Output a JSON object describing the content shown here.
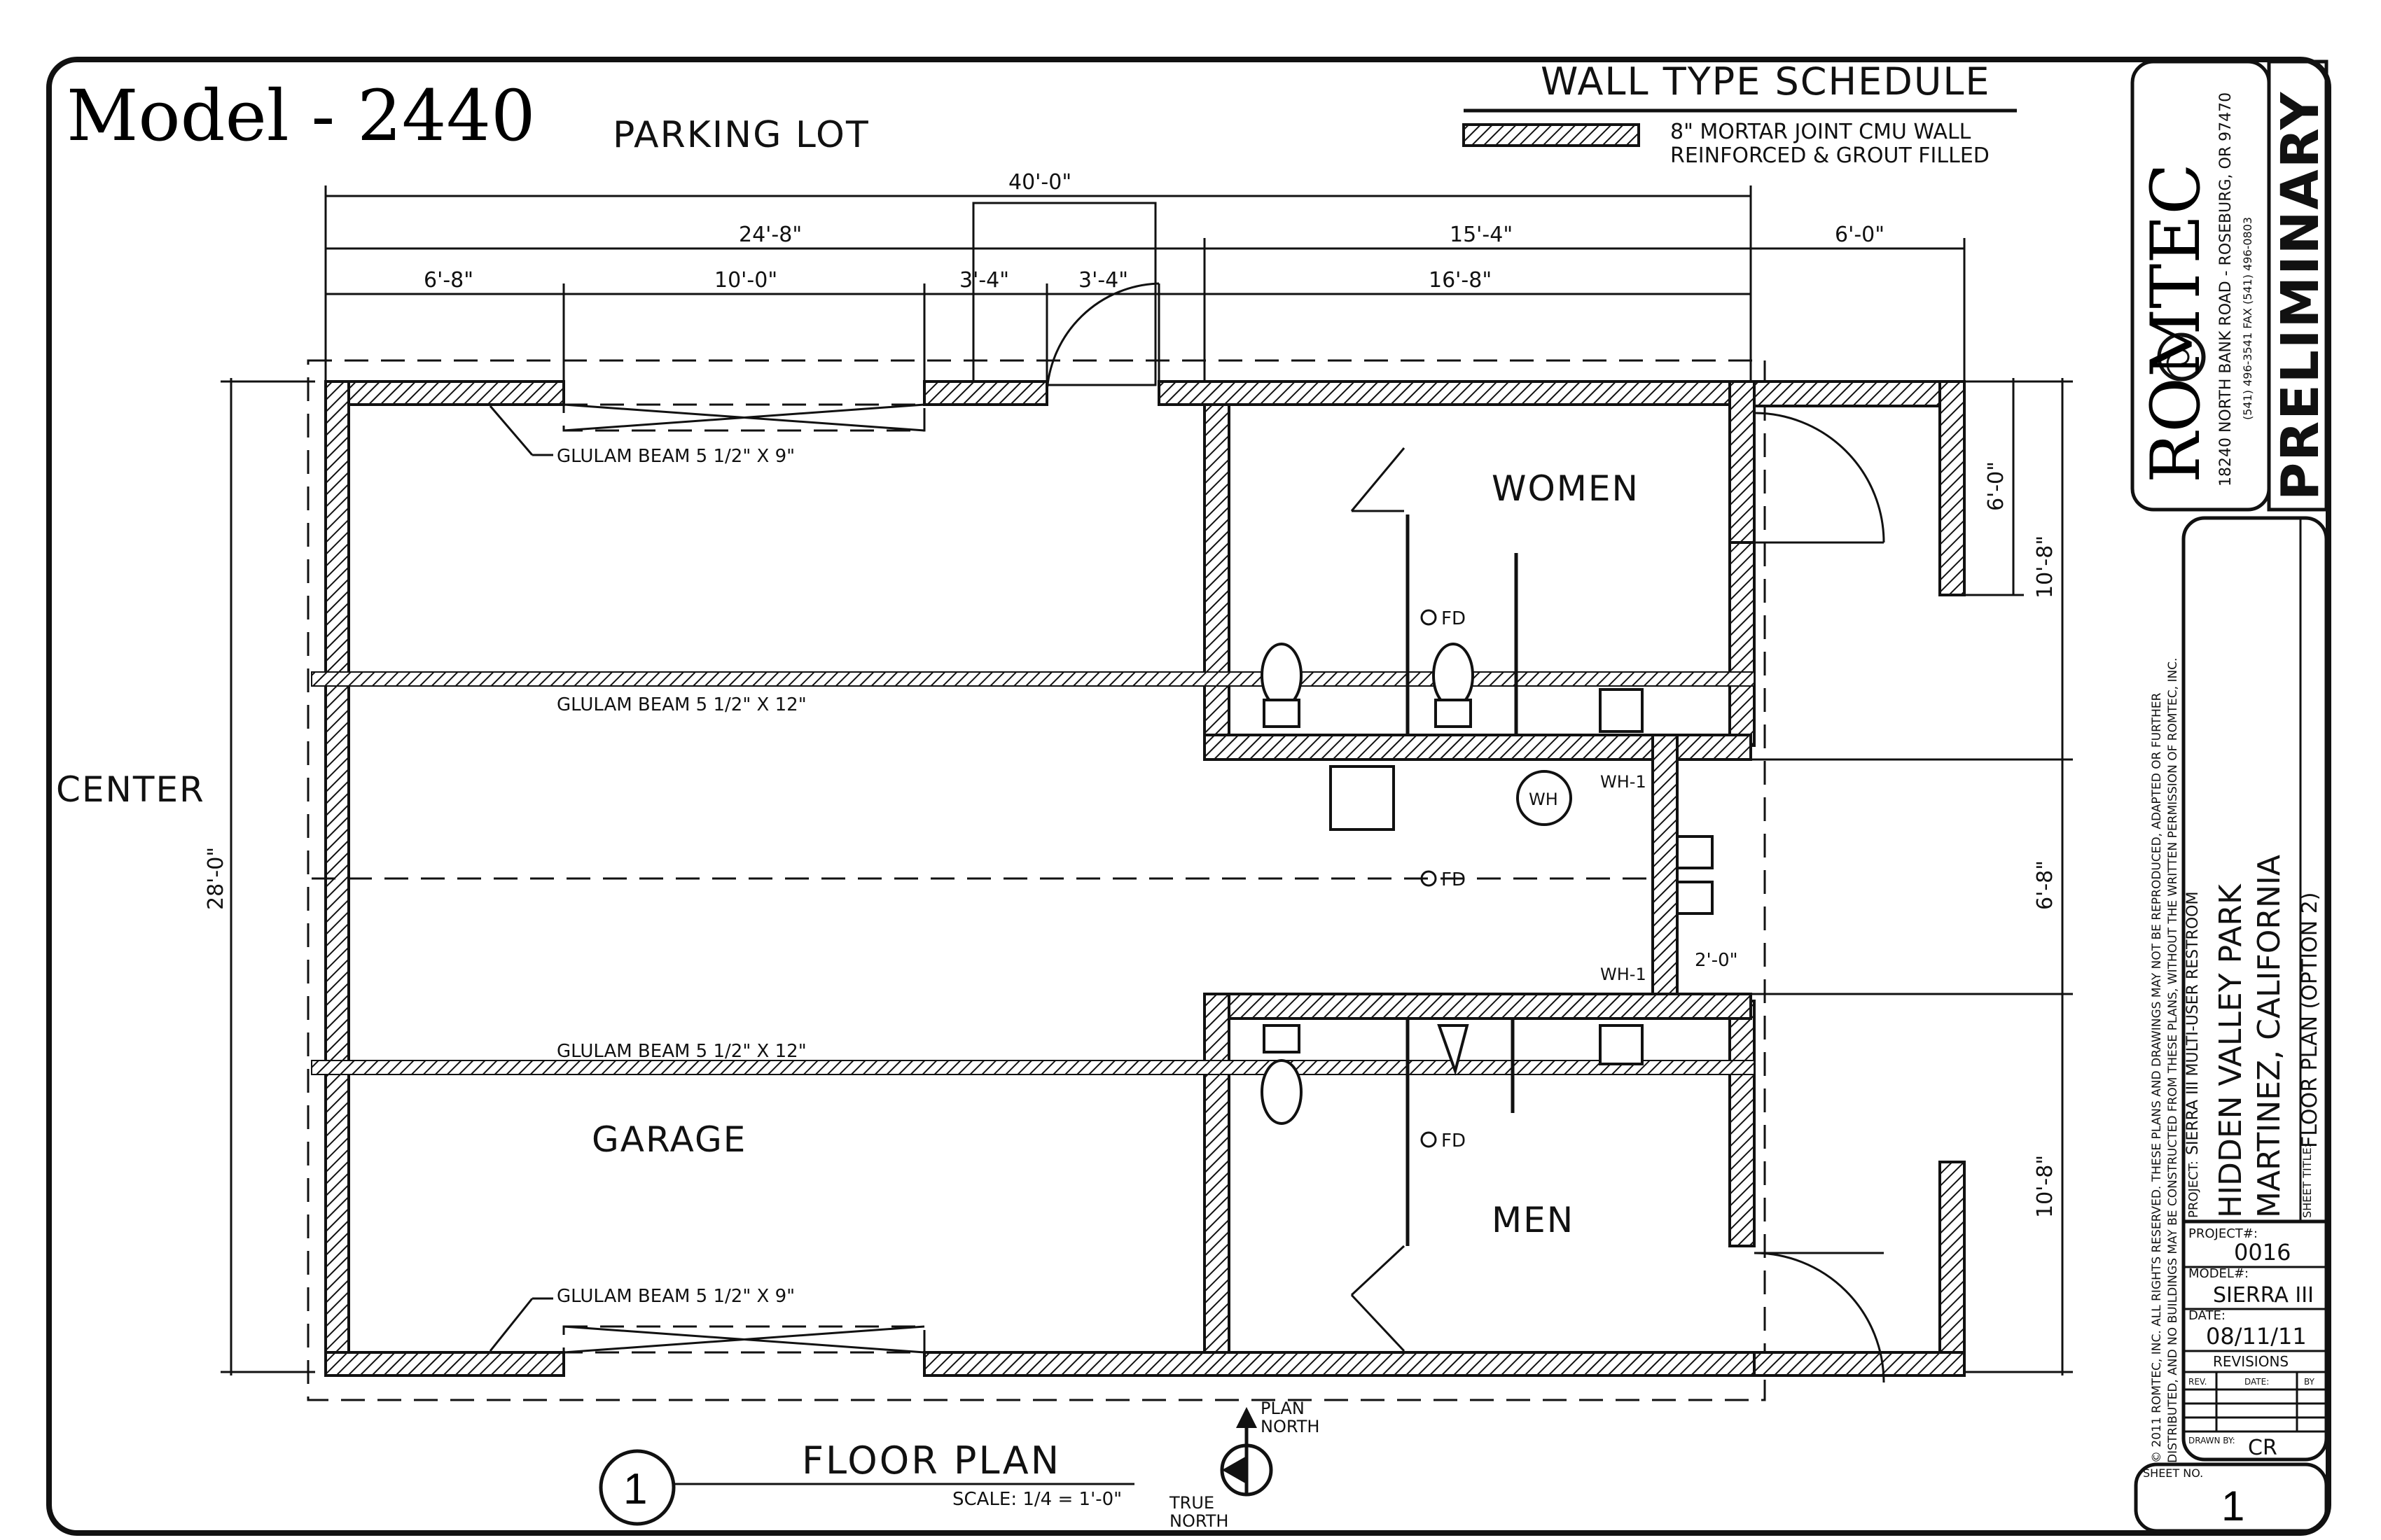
{
  "model_title": "Model - 2440",
  "parking_lot": "PARKING LOT",
  "wall_schedule": {
    "title": "WALL TYPE SCHEDULE",
    "line1": "8\" MORTAR JOINT CMU WALL",
    "line2": "REINFORCED & GROUT FILLED"
  },
  "dimensions": {
    "overall": "40'-0\"",
    "left_group": "24'-8\"",
    "right_group": "15'-4\"",
    "porch": "6'-0\"",
    "seg1": "6'-8\"",
    "seg2": "10'-0\"",
    "seg3": "3'-4\"",
    "seg4": "3'-4\"",
    "seg5": "16'-8\"",
    "depth": "28'-0\"",
    "right_top": "10'-8\"",
    "right_mid": "6'-8\"",
    "right_bot": "10'-8\"",
    "wing": "6'-0\"",
    "chase": "2'-0\""
  },
  "labels": {
    "center": "CENTER",
    "women": "WOMEN",
    "men": "MEN",
    "garage": "GARAGE",
    "beam_top": "GLULAM BEAM 5 1/2\" X 9\"",
    "beam_mid1": "GLULAM BEAM 5 1/2\" X 12\"",
    "beam_mid2": "GLULAM BEAM 5 1/2\" X 12\"",
    "beam_bot": "GLULAM BEAM 5 1/2\" X 9\"",
    "fd1": "FD",
    "fd2": "FD",
    "fd3": "FD",
    "wh": "WH",
    "wh1a": "WH-1",
    "wh1b": "WH-1"
  },
  "plan_title": {
    "number": "1",
    "title": "FLOOR PLAN",
    "scale": "SCALE:  1/4 = 1'-0\""
  },
  "north": {
    "plan": "PLAN",
    "plan2": "NORTH",
    "true": "TRUE",
    "true2": "NORTH"
  },
  "title_block": {
    "company": "ROMTEC",
    "address": "18240 NORTH BANK ROAD - ROSEBURG, OR 97470",
    "phone": "(541) 496-3541     FAX (541) 496-0803",
    "stamp": "PRELIMINARY",
    "copyright1": "© 2011 ROMTEC, INC.  ALL RIGHTS RESERVED.  THESE PLANS AND DRAWINGS MAY NOT BE REPRODUCED, ADAPTED OR FURTHER",
    "copyright2": "DISTRIBUTED, AND NO BUILDINGS MAY BE CONSTRUCTED FROM THESE PLANS, WITHOUT THE WRITTEN PERMISSION OF ROMTEC, INC.",
    "project_label": "PROJECT:",
    "project_desc": "SIERRA III MULTI-USER RESTROOM",
    "project_name": "HIDDEN VALLEY PARK",
    "project_loc": "MARTINEZ, CALIFORNIA",
    "sheet_title_label": "SHEET TITLE:",
    "sheet_title": "FLOOR PLAN (OPTION 2)",
    "project_no_label": "PROJECT#:",
    "project_no": "0016",
    "model_label": "MODEL#:",
    "model": "SIERRA III",
    "date_label": "DATE:",
    "date": "08/11/11",
    "revisions": "REVISIONS",
    "rev_col": "REV.",
    "date_col": "DATE:",
    "by_col": "BY",
    "drawn_label": "DRAWN BY:",
    "drawn": "CR",
    "sheet_no_label": "SHEET NO.",
    "sheet_no": "1"
  }
}
